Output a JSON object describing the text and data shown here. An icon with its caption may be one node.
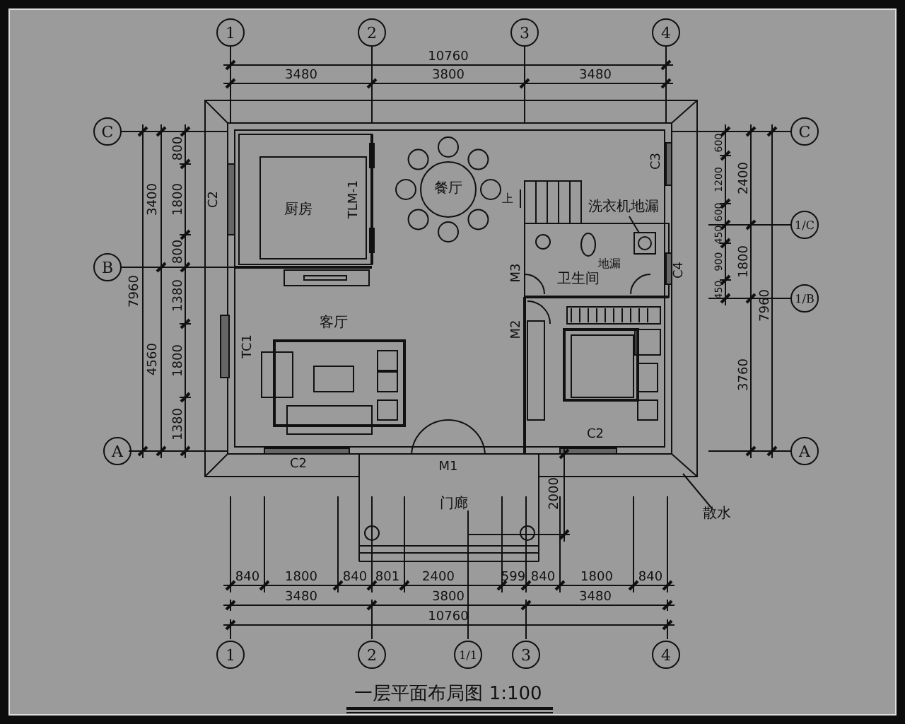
{
  "diagram": {
    "title": "一层平面布局图 1:100",
    "nodes": [
      {
        "text": [
          "厨房"
        ]
      },
      {
        "text": [
          "餐厅"
        ]
      },
      {
        "text": [
          "客厅"
        ]
      },
      {
        "text": [
          "卫生间"
        ]
      },
      {
        "text": [
          "门廊"
        ]
      },
      {
        "text": [
          "洗衣机地漏"
        ]
      },
      {
        "text": [],
        "shape": "box"
      },
      {
        "text": [
          "散水"
        ]
      }
    ],
    "edges": [
      {
        "from": 5,
        "to": 6,
        "arrow": "none"
      },
      {
        "from": 7,
        "to": null,
        "arrow": "none"
      }
    ],
    "labels": [
      "1",
      "2",
      "3",
      "4",
      "10760",
      "3480",
      "3800",
      "3480",
      "C",
      "800",
      "3400",
      "1800",
      "800",
      "B",
      "7960",
      "1380",
      "4560",
      "1800",
      "1380",
      "A",
      "C",
      "600",
      "1200",
      "2400",
      "600",
      "1/C",
      "450",
      "900",
      "1800",
      "450",
      "7960",
      "1/B",
      "3760",
      "A",
      "C2",
      "TLM-1",
      "C3",
      "上",
      "M3",
      "地漏",
      "C4",
      "M2",
      "TC1",
      "C2",
      "C2",
      "M1",
      "2000",
      "840",
      "1800",
      "840",
      "801",
      "2400",
      "599",
      "840",
      "1800",
      "840",
      "3480",
      "3800",
      "3480",
      "10760",
      "1",
      "2",
      "1/1",
      "3",
      "4"
    ]
  }
}
